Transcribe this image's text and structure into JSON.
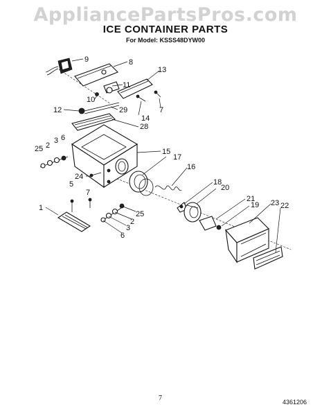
{
  "watermark": "AppliancePartsPros.com",
  "title": "ICE CONTAINER PARTS",
  "subtitle": "For Model: KSSS48DYW00",
  "page_number": "7",
  "document_number": "4361206",
  "callouts": {
    "c1": "1",
    "c2a": "2",
    "c2b": "2",
    "c3a": "3",
    "c3b": "3",
    "c5": "5",
    "c6a": "6",
    "c6b": "6",
    "c7a": "7",
    "c7b": "7",
    "c8": "8",
    "c9": "9",
    "c10": "10",
    "c11": "11",
    "c12": "12",
    "c13": "13",
    "c14": "14",
    "c15": "15",
    "c16": "16",
    "c17": "17",
    "c18": "18",
    "c19": "19",
    "c20": "20",
    "c21": "21",
    "c22": "22",
    "c23": "23",
    "c24": "24",
    "c25a": "25",
    "c25b": "25",
    "c28": "28",
    "c29": "29"
  }
}
